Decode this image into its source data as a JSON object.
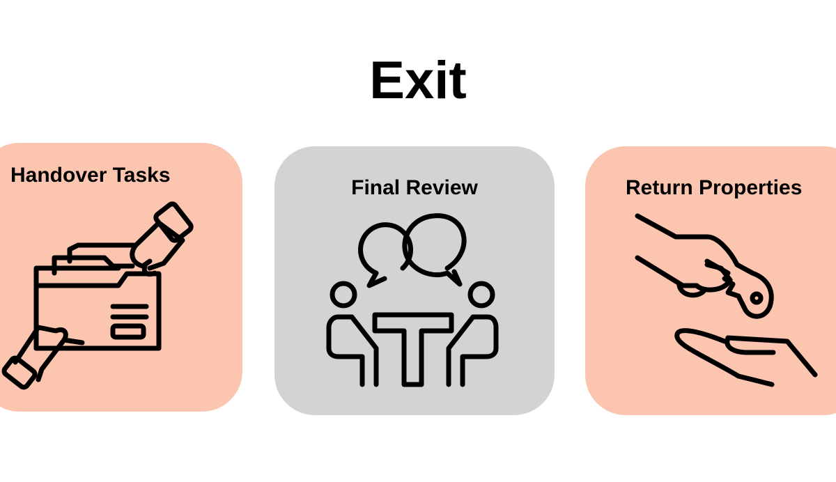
{
  "title": "Exit",
  "colors": {
    "handover_bg": "#fcc5b0",
    "review_bg": "#d3d3d3",
    "return_bg": "#fcc5b0",
    "text": "#000000"
  },
  "steps": [
    {
      "label": "Handover Tasks",
      "icon": "folder-handover-icon"
    },
    {
      "label": "Final Review",
      "icon": "meeting-table-icon"
    },
    {
      "label": "Return Properties",
      "icon": "key-handover-icon"
    }
  ]
}
